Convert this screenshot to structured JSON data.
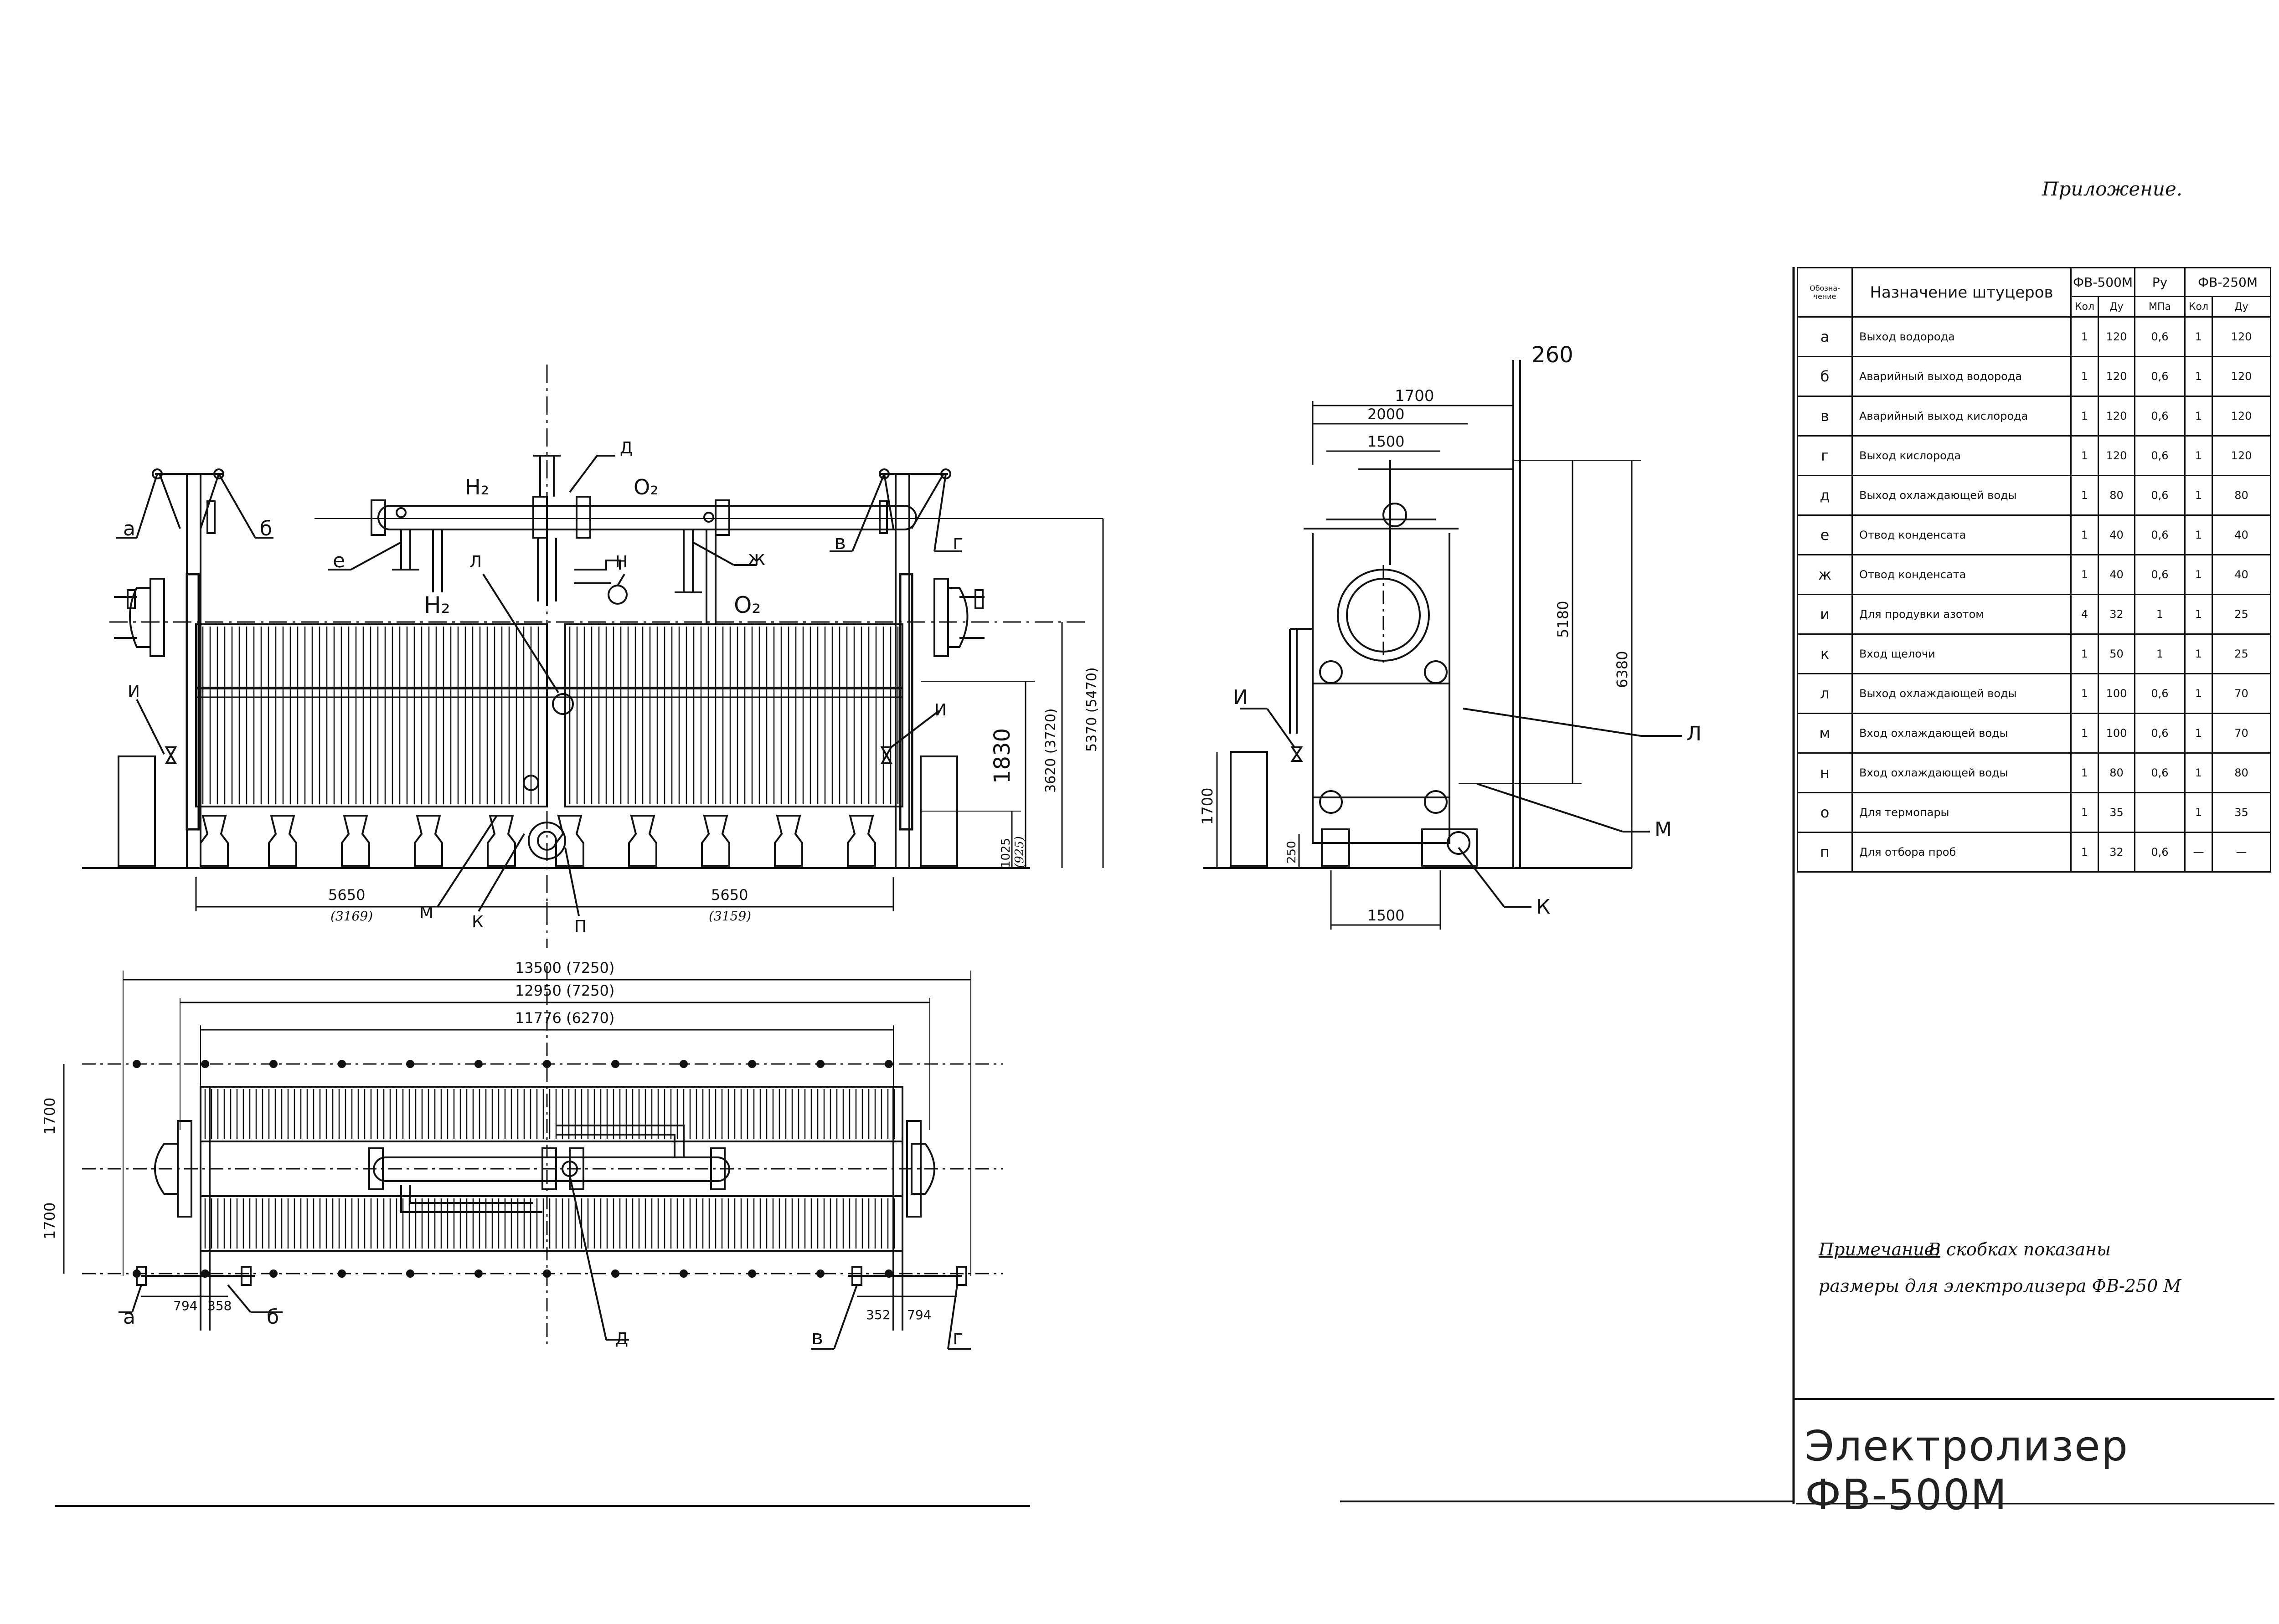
{
  "appendix_label": "Приложение.",
  "table": {
    "col_designation": "Обозна-\nчение",
    "col_purpose": "Назначение штуцеров",
    "group_fv500m": "ФВ-500М",
    "col_pressure": "Py",
    "group_fv250m": "ФВ-250М",
    "sub_qty": "Кол",
    "sub_dn": "Ду",
    "sub_mpa": "МПа",
    "sub_qty2": "Кол",
    "sub_dn2": "Ду",
    "rows": [
      {
        "code": "а",
        "purpose": "Выход водорода",
        "qty": "1",
        "dn": "120",
        "p": "0,6",
        "qty2": "1",
        "dn2": "120"
      },
      {
        "code": "б",
        "purpose": "Аварийный выход водорода",
        "qty": "1",
        "dn": "120",
        "p": "0,6",
        "qty2": "1",
        "dn2": "120"
      },
      {
        "code": "в",
        "purpose": "Аварийный выход кислорода",
        "qty": "1",
        "dn": "120",
        "p": "0,6",
        "qty2": "1",
        "dn2": "120"
      },
      {
        "code": "г",
        "purpose": "Выход кислорода",
        "qty": "1",
        "dn": "120",
        "p": "0,6",
        "qty2": "1",
        "dn2": "120"
      },
      {
        "code": "д",
        "purpose": "Выход охлаждающей воды",
        "qty": "1",
        "dn": "80",
        "p": "0,6",
        "qty2": "1",
        "dn2": "80"
      },
      {
        "code": "е",
        "purpose": "Отвод конденсата",
        "qty": "1",
        "dn": "40",
        "p": "0,6",
        "qty2": "1",
        "dn2": "40"
      },
      {
        "code": "ж",
        "purpose": "Отвод конденсата",
        "qty": "1",
        "dn": "40",
        "p": "0,6",
        "qty2": "1",
        "dn2": "40"
      },
      {
        "code": "и",
        "purpose": "Для продувки азотом",
        "qty": "4",
        "dn": "32",
        "p": "1",
        "qty2": "1",
        "dn2": "25"
      },
      {
        "code": "к",
        "purpose": "Вход щелочи",
        "qty": "1",
        "dn": "50",
        "p": "1",
        "qty2": "1",
        "dn2": "25"
      },
      {
        "code": "л",
        "purpose": "Выход охлаждающей воды",
        "qty": "1",
        "dn": "100",
        "p": "0,6",
        "qty2": "1",
        "dn2": "70"
      },
      {
        "code": "м",
        "purpose": "Вход охлаждающей воды",
        "qty": "1",
        "dn": "100",
        "p": "0,6",
        "qty2": "1",
        "dn2": "70"
      },
      {
        "code": "н",
        "purpose": "Вход охлаждающей воды",
        "qty": "1",
        "dn": "80",
        "p": "0,6",
        "qty2": "1",
        "dn2": "80"
      },
      {
        "code": "о",
        "purpose": "Для термопары",
        "qty": "1",
        "dn": "35",
        "p": "",
        "qty2": "1",
        "dn2": "35"
      },
      {
        "code": "п",
        "purpose": "Для отбора проб",
        "qty": "1",
        "dn": "32",
        "p": "0,6",
        "qty2": "—",
        "dn2": "—"
      }
    ]
  },
  "note": {
    "title": "Примечание:",
    "line1": "В скобках показаны",
    "line2": "размеры для электролизера ФВ-250 М"
  },
  "title_block": "Электролизер ФВ-500М",
  "front_view": {
    "gas_h2_top": "H₂",
    "gas_o2_top": "O₂",
    "gas_h2_mid": "H₂",
    "gas_o2_mid": "O₂",
    "labels": {
      "a": "а",
      "b": "б",
      "v": "в",
      "g": "г",
      "d": "Д",
      "e": "е",
      "zh": "ж",
      "l": "Л",
      "n": "Н",
      "i_left": "И",
      "i_right": "И",
      "m": "М",
      "k": "К",
      "p": "П"
    },
    "dim_left_width": "5650",
    "dim_left_width_alt": "(3169)",
    "dim_right_width": "5650",
    "dim_right_width_alt": "(3159)",
    "dim_height_1830": "1830",
    "dim_height_3620": "3620 (3720)",
    "dim_height_5370": "5370 (5470)",
    "dim_height_1025": "1025",
    "dim_height_1025_alt": "(925)"
  },
  "side_view": {
    "dim_1700": "1700",
    "dim_260": "260",
    "dim_2000": "2000",
    "dim_1500_top": "1500",
    "dim_1500_bottom": "1500",
    "dim_5180": "5180",
    "dim_6380": "6380",
    "dim_1700_left": "1700",
    "dim_250": "250",
    "labels": {
      "i": "И",
      "l": "Л",
      "m": "М",
      "k": "К"
    }
  },
  "plan_view": {
    "dim_13500": "13500 (7250)",
    "dim_12950": "12950 (7250)",
    "dim_11776": "11776 (6270)",
    "dim_1700_top": "1700",
    "dim_1700_bottom": "1700",
    "dim_794_left": "794",
    "dim_358_left": "358",
    "dim_352_right": "352",
    "dim_794_right": "794",
    "labels": {
      "a": "а",
      "b": "б",
      "v": "в",
      "g": "г",
      "d": "Д"
    }
  }
}
